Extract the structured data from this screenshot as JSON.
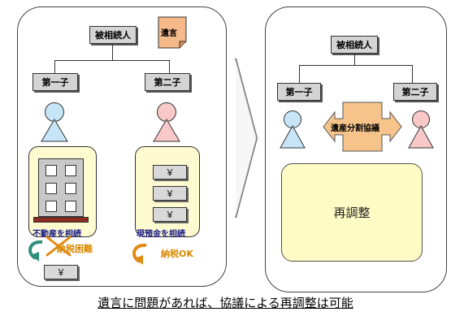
{
  "left": {
    "decedent": "被相続人",
    "will": "遺言",
    "child1": "第一子",
    "child2": "第二子",
    "asset1_label": "不動産を相続",
    "asset2_label": "現預金を相続",
    "tax_difficult": "納税困難",
    "tax_ok": "納税OK",
    "yen": "￥"
  },
  "right": {
    "decedent": "被相続人",
    "child1": "第一子",
    "child2": "第二子",
    "negotiation": "遺産分割協議",
    "readjust": "再調整"
  },
  "caption": "遺言に問題があれば、協議による再調整は可能",
  "colors": {
    "person1_fill": "#c6e6f7",
    "person2_fill": "#f9c8c8",
    "asset_fill": "#fffbd1",
    "readjust_fill": "#fffbc4",
    "will_fill": "#f6b98a",
    "arrow_fill": "#f6c48a",
    "green_arrow": "#2f8f7a",
    "orange_arrow": "#e08a10"
  }
}
